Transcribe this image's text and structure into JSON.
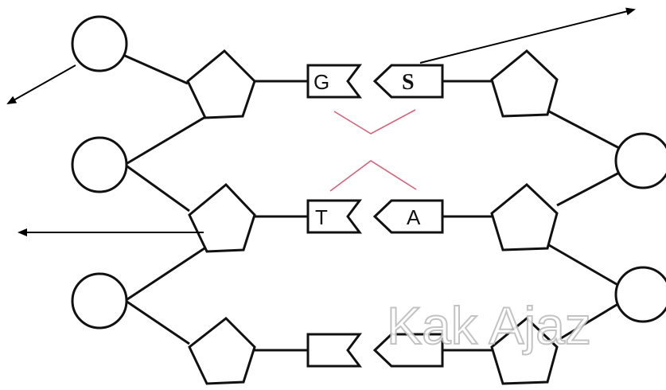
{
  "watermark": {
    "text": "Kak Ajaz"
  },
  "bases": {
    "row1_left": "G",
    "row1_right": "S",
    "row2_left": "T",
    "row2_right": "A",
    "row3_left": "",
    "row3_right": ""
  },
  "colors": {
    "outline": "#111111",
    "hydrogen_bond": "#d9607a",
    "watermark_outline": "#bdbdbd",
    "background": "#ffffff"
  }
}
